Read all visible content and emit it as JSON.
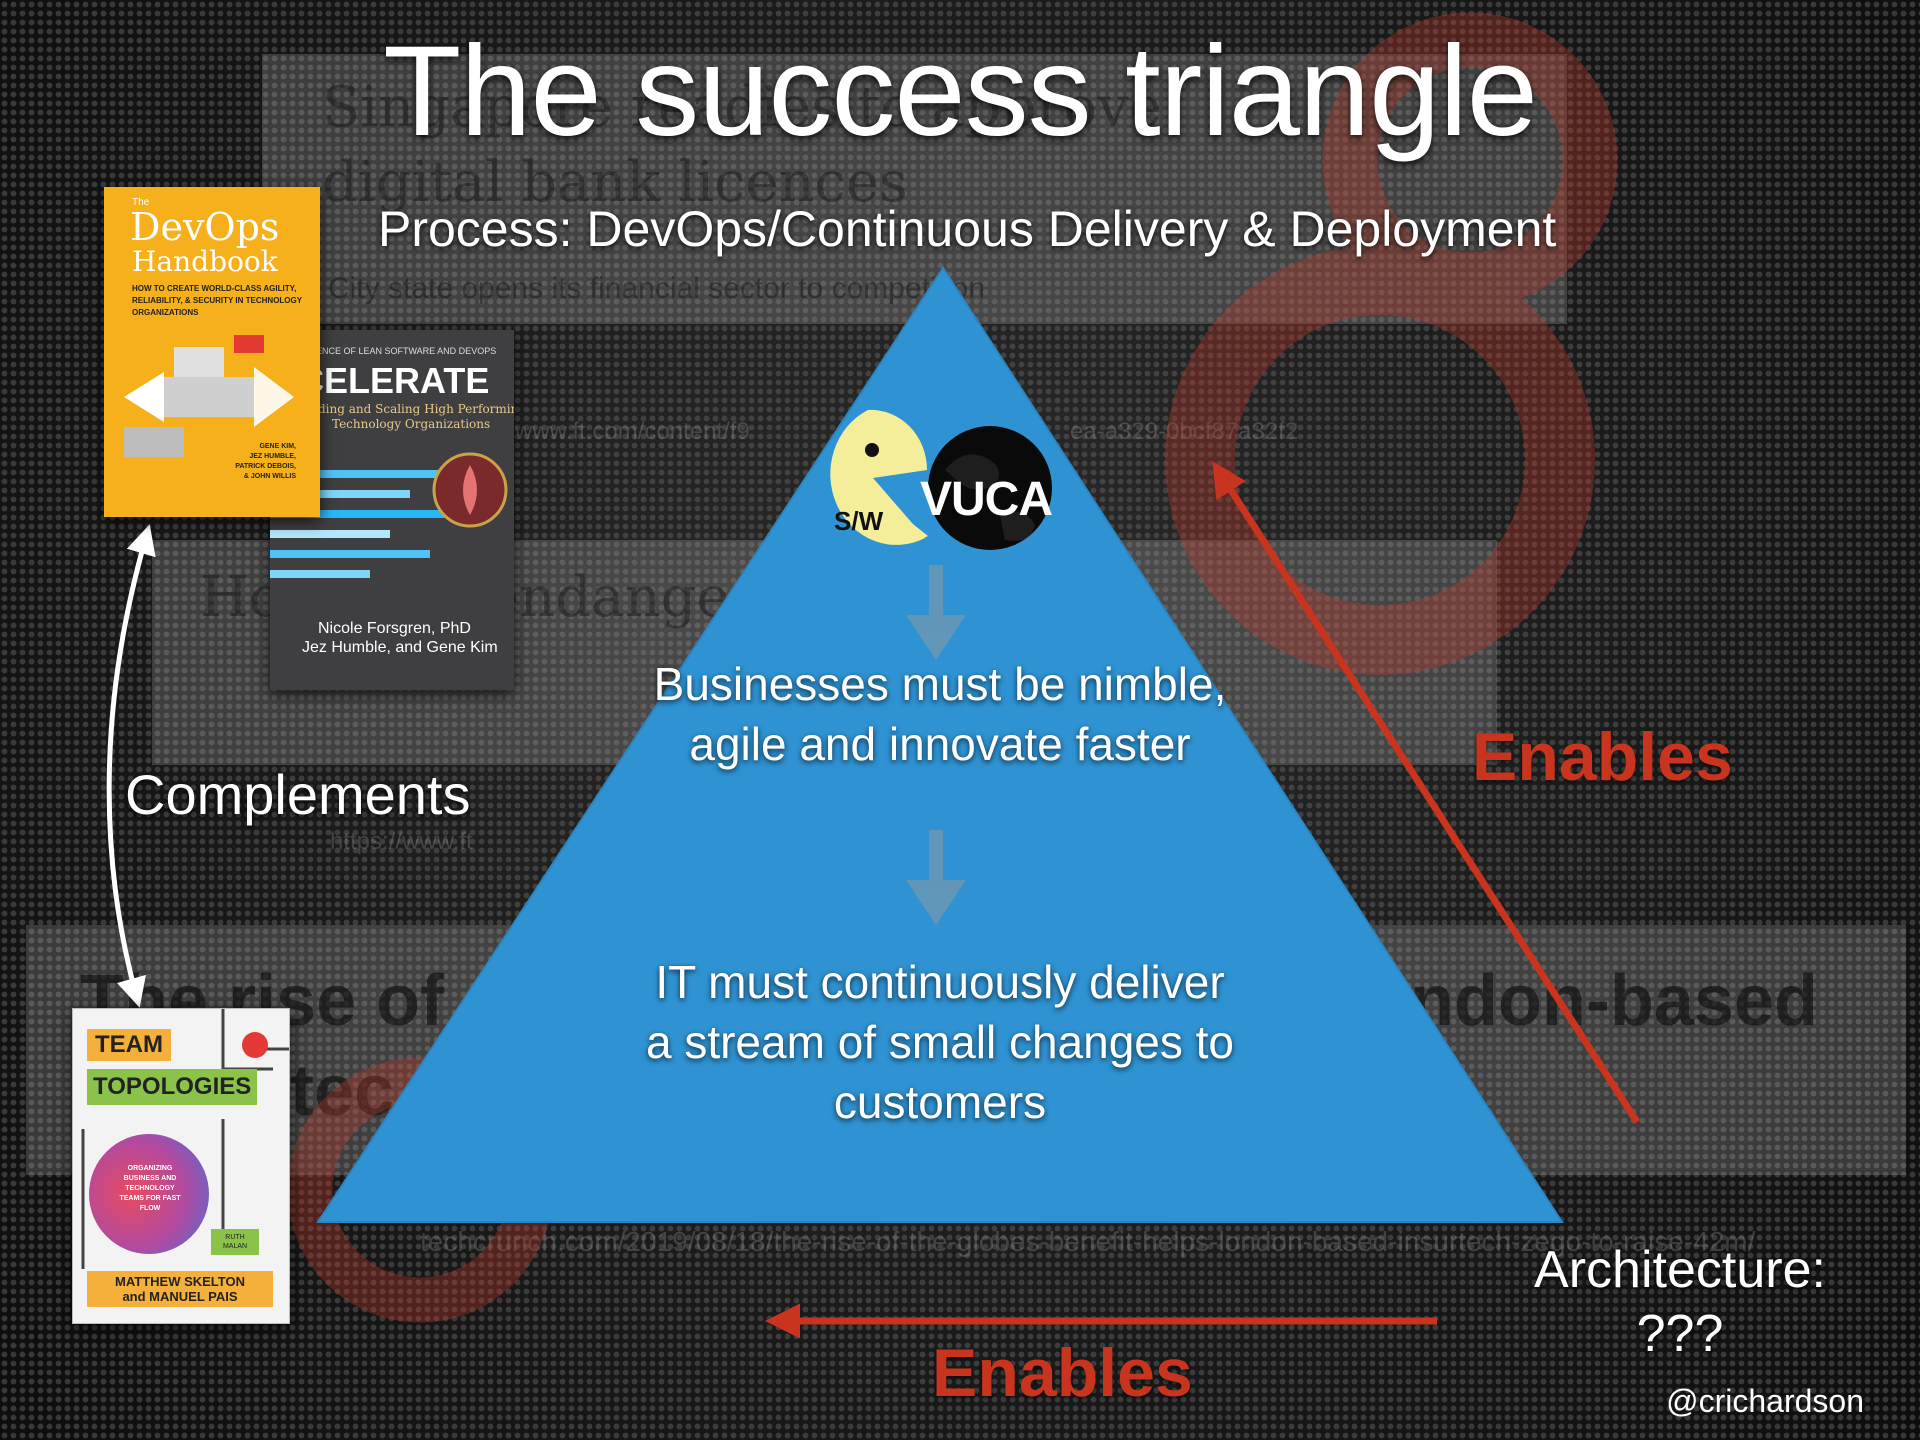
{
  "title": "The success triangle",
  "process_label": "Process: DevOps/Continuous Delivery & Deployment",
  "triangle": {
    "icon_sw_label": "S/W",
    "icon_vuca_label": "VUCA",
    "text_1": "Businesses must be nimble, agile and innovate faster",
    "text_2": "IT must continuously deliver a stream of small changes to customers",
    "color": "#2f93d3"
  },
  "architecture_label": {
    "line1": "Architecture:",
    "line2": "???"
  },
  "enables_right": "Enables",
  "enables_bottom": "Enables",
  "complements": "Complements",
  "credit": "@crichardson",
  "accent_color": "#c8341d",
  "books": {
    "devops": {
      "the": "The",
      "title1": "DevOps",
      "title2": "Handbook",
      "subtitle": "HOW TO CREATE WORLD-CLASS AGILITY, RELIABILITY, & SECURITY IN TECHNOLOGY ORGANIZATIONS",
      "authors": [
        "GENE KIM,",
        "JEZ HUMBLE,",
        "PATRICK DEBOIS,",
        "& JOHN WILLIS"
      ]
    },
    "accelerate": {
      "top": "ENCE OF LEAN SOFTWARE AND DEVOPS",
      "title": "CCELERATE",
      "subtitle1": "ding and Scaling High Performing",
      "subtitle2": "Technology Organizations",
      "author1": "Nicole Forsgren, PhD",
      "author2": "Jez Humble, and Gene Kim"
    },
    "team": {
      "title1": "TEAM",
      "title2": "TOPOLOGIES",
      "circle_text": "ORGANIZING BUSINESS AND TECHNOLOGY TEAMS FOR FAST FLOW",
      "foreword": "RUTH MALAN",
      "author1": "MATTHEW SKELTON",
      "author2": "and MANUEL PAIS"
    }
  },
  "background_clippings": {
    "headline1": "Singapore readies to approve",
    "headline2": "digital bank licences",
    "sub": "City state opens its financial sector to competition",
    "url1": "www.ft.com/content/f9",
    "url2": "ea-a329-0bcf87a32f2",
    "headline3": "Ho     banks     endangered     ance",
    "headline4": "The rise of",
    "headline5": "ndon-based",
    "headline6": "tec",
    "url3": "https://www.ft",
    "url4": "techcrunch.com/2019/08/18/the-rise-of-the-globes-benefit-helps-london-based-insurtech-zego-to-raise-42m/"
  }
}
